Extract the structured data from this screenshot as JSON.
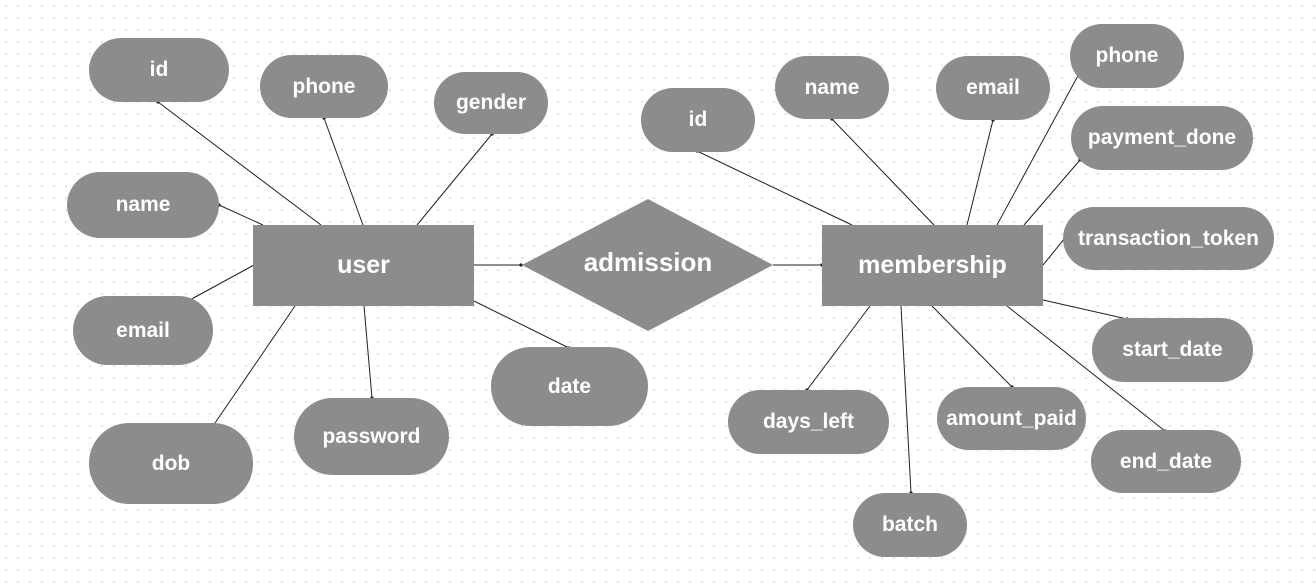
{
  "user": {
    "label": "user",
    "attributes": {
      "id": "id",
      "phone": "phone",
      "gender": "gender",
      "name": "name",
      "email": "email",
      "dob": "dob",
      "password": "password",
      "date": "date"
    }
  },
  "relationship": {
    "label": "admission"
  },
  "membership": {
    "label": "membership",
    "attributes": {
      "id": "id",
      "name": "name",
      "email": "email",
      "phone": "phone",
      "payment_done": "payment_done",
      "transaction_token": "transaction_token",
      "start_date": "start_date",
      "end_date": "end_date",
      "amount_paid": "amount_paid",
      "days_left": "days_left",
      "batch": "batch"
    }
  },
  "colors": {
    "shape_fill": "#8c8c8c",
    "text": "#ffffff",
    "connector": "#222222"
  }
}
